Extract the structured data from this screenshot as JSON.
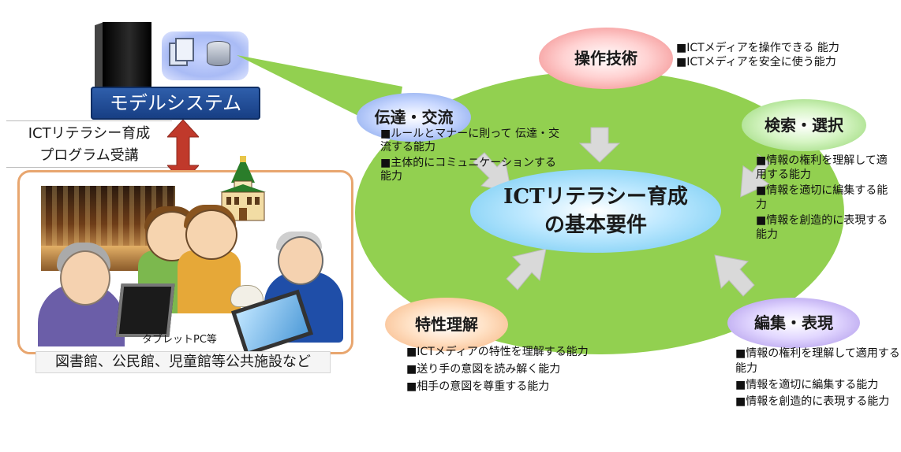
{
  "left": {
    "model_system_label": "モデルシステム",
    "course_line1": "ICTリテラシー育成",
    "course_line2": "プログラム受講",
    "tablet_label": "タブレットPC等",
    "facility_label": "図書館、公民館、児童館等公共施設など"
  },
  "center": {
    "line1": "ICTリテラシー育成",
    "line2": "の基本要件"
  },
  "requirements": {
    "sousa": {
      "title": "操作技術",
      "items": [
        "■ICTメディアを操作できる 能力",
        "■ICTメディアを安全に使う能力"
      ]
    },
    "dentatsu": {
      "title": "伝達・交流",
      "items": [
        "■ルールとマナーに則って 伝達・交流する能力",
        "■主体的にコミュニケーションする能力"
      ]
    },
    "kensaku": {
      "title": "検索・選択",
      "items": [
        "■情報の権利を理解して適用する能力",
        "■情報を適切に編集する能力",
        "■情報を創造的に表現する能力"
      ]
    },
    "tokusei": {
      "title": "特性理解",
      "items": [
        "■ICTメディアの特性を理解する能力",
        "■送り手の意図を読み解く能力",
        "■相手の意図を尊重する能力"
      ]
    },
    "henshu": {
      "title": "編集・表現",
      "items": [
        "■情報の権利を理解して適用する能力",
        "■情報を適切に編集する能力",
        "■情報を創造的に表現する能力"
      ]
    }
  },
  "colors": {
    "blob": "#92d050",
    "model_label": "#1f4a96",
    "double_arrow": "#c0392b",
    "facility_border": "#e8a66f"
  }
}
